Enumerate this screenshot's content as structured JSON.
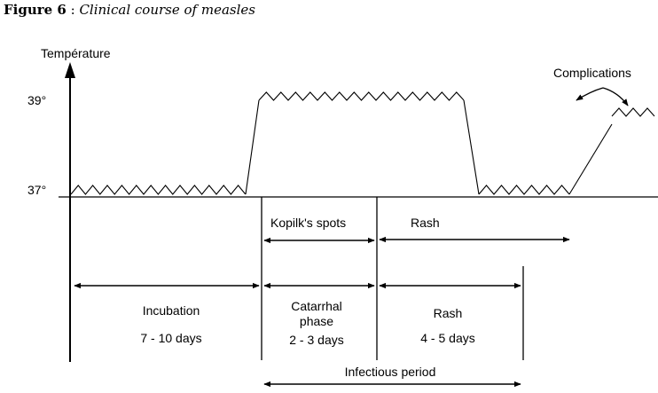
{
  "title": {
    "label": "Figure 6",
    "separator": " : ",
    "caption": "Clinical course of measles"
  },
  "axis": {
    "y_label": "Température",
    "tick_high": "39°",
    "tick_low": "37°"
  },
  "annotations": {
    "complications": "Complications",
    "kopliks_spots": "Kopilk's spots",
    "rash_top": "Rash",
    "infectious_period": "Infectious period"
  },
  "phases": {
    "incubation": {
      "name": "Incubation",
      "duration": "7 - 10 days"
    },
    "catarrhal": {
      "name_line1": "Catarrhal",
      "name_line2": "phase",
      "duration": "2 - 3 days"
    },
    "rash": {
      "name": "Rash",
      "duration": "4 - 5 days"
    }
  }
}
